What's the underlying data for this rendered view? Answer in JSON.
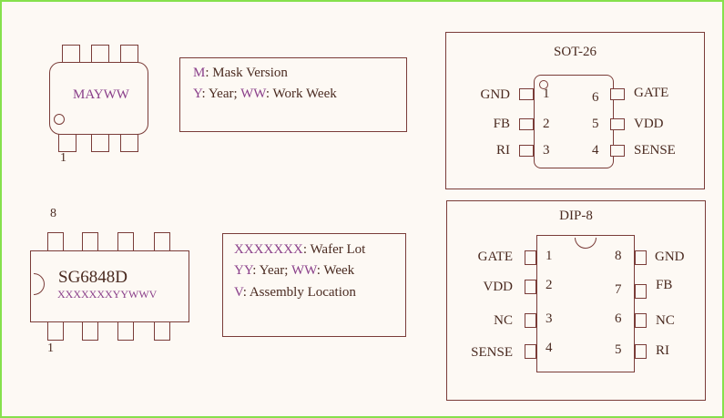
{
  "sot_chip": {
    "marking": "MAYWW",
    "pin1_label": "1"
  },
  "sot_legend": {
    "lines": [
      [
        {
          "key": "M",
          "text": ": Mask Version"
        }
      ],
      [
        {
          "key": "Y",
          "text": ": Year; "
        },
        {
          "key": "WW",
          "text": ": Work Week"
        }
      ]
    ]
  },
  "dip_chip": {
    "part_number": "SG6848D",
    "marking": "XXXXXXXYYWWV",
    "pin1_label": "1",
    "pin8_label": "8"
  },
  "dip_legend": {
    "lines": [
      [
        {
          "key": "XXXXXXX",
          "text": ": Wafer Lot"
        }
      ],
      [
        {
          "key": "YY",
          "text": ": Year; "
        },
        {
          "key": "WW",
          "text": ": Week"
        }
      ],
      [
        {
          "key": "V",
          "text": ": Assembly Location"
        }
      ]
    ]
  },
  "sot26_pinout": {
    "title": "SOT-26",
    "left_pins": [
      {
        "num": "1",
        "name": "GND"
      },
      {
        "num": "2",
        "name": "FB"
      },
      {
        "num": "3",
        "name": "RI"
      }
    ],
    "right_pins": [
      {
        "num": "6",
        "name": "GATE"
      },
      {
        "num": "5",
        "name": "VDD"
      },
      {
        "num": "4",
        "name": "SENSE"
      }
    ]
  },
  "dip8_pinout": {
    "title": "DIP-8",
    "left_pins": [
      {
        "num": "1",
        "name": "GATE"
      },
      {
        "num": "2",
        "name": "VDD"
      },
      {
        "num": "3",
        "name": "NC"
      },
      {
        "num": "4",
        "name": "SENSE"
      }
    ],
    "right_pins": [
      {
        "num": "8",
        "name": "GND"
      },
      {
        "num": "7",
        "name": "FB"
      },
      {
        "num": "6",
        "name": "NC"
      },
      {
        "num": "5",
        "name": "RI"
      }
    ]
  }
}
